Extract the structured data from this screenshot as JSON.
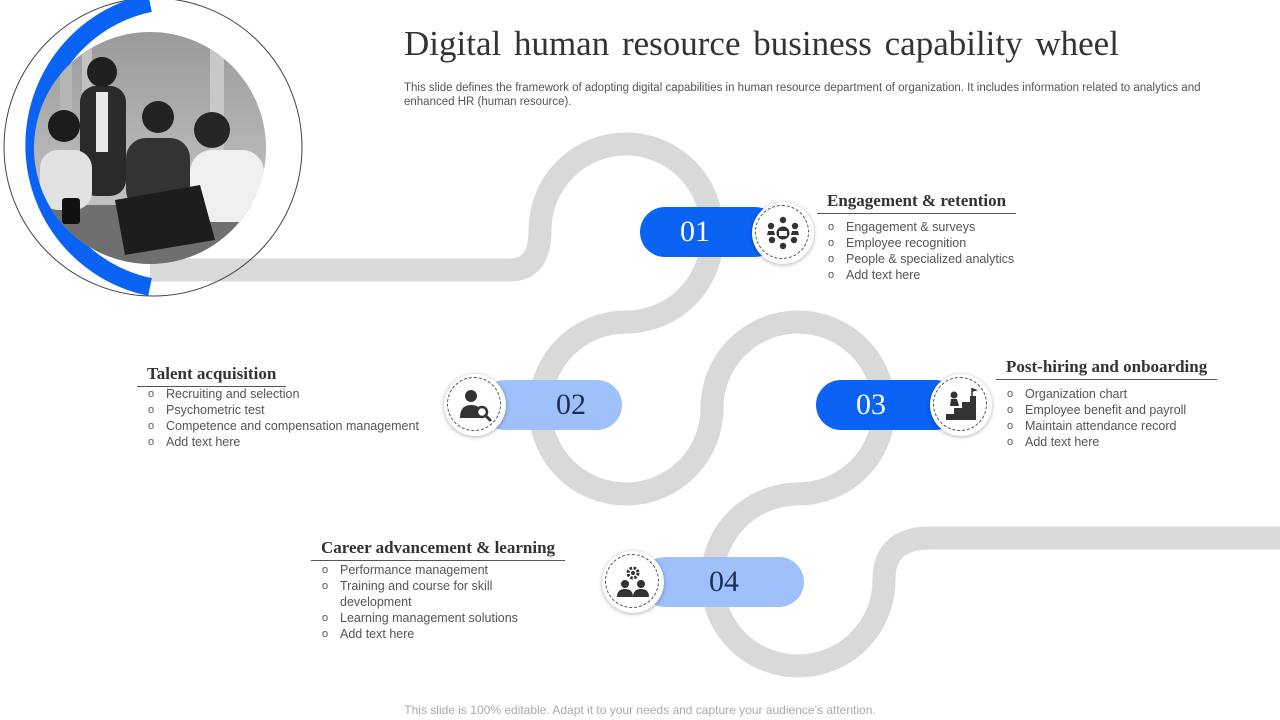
{
  "header": {
    "title": "Digital human resource business capability wheel",
    "subtitle": "This slide defines the framework of adopting digital capabilities in human resource department of organization. It includes information related to analytics and enhanced HR (human resource)."
  },
  "footer": {
    "text": "This slide is 100% editable. Adapt it to your needs and capture your audience’s attention."
  },
  "colors": {
    "accent_dark": "#0a63f4",
    "accent_light": "#9ec0fb",
    "road": "#d9d9d9"
  },
  "steps": [
    {
      "number": "01",
      "heading": "Engagement & retention",
      "icon": "team-meeting-icon",
      "items": [
        "Engagement  & surveys",
        "Employee recognition",
        "People & specialized analytics",
        "Add text here"
      ]
    },
    {
      "number": "02",
      "heading": "Talent acquisition",
      "icon": "user-search-icon",
      "items": [
        "Recruiting and selection",
        "Psychometric test",
        "Competence  and  compensation  management",
        "Add text here"
      ]
    },
    {
      "number": "03",
      "heading": "Post-hiring and onboarding",
      "icon": "career-stairs-icon",
      "items": [
        "Organization chart",
        "Employee benefit and payroll",
        "Maintain attendance record",
        "Add text here"
      ]
    },
    {
      "number": "04",
      "heading": "Career advancement & learning",
      "icon": "team-gear-icon",
      "items": [
        "Performance  management",
        "Training  and course for skill development",
        "Learning management solutions",
        "Add text here"
      ]
    }
  ]
}
